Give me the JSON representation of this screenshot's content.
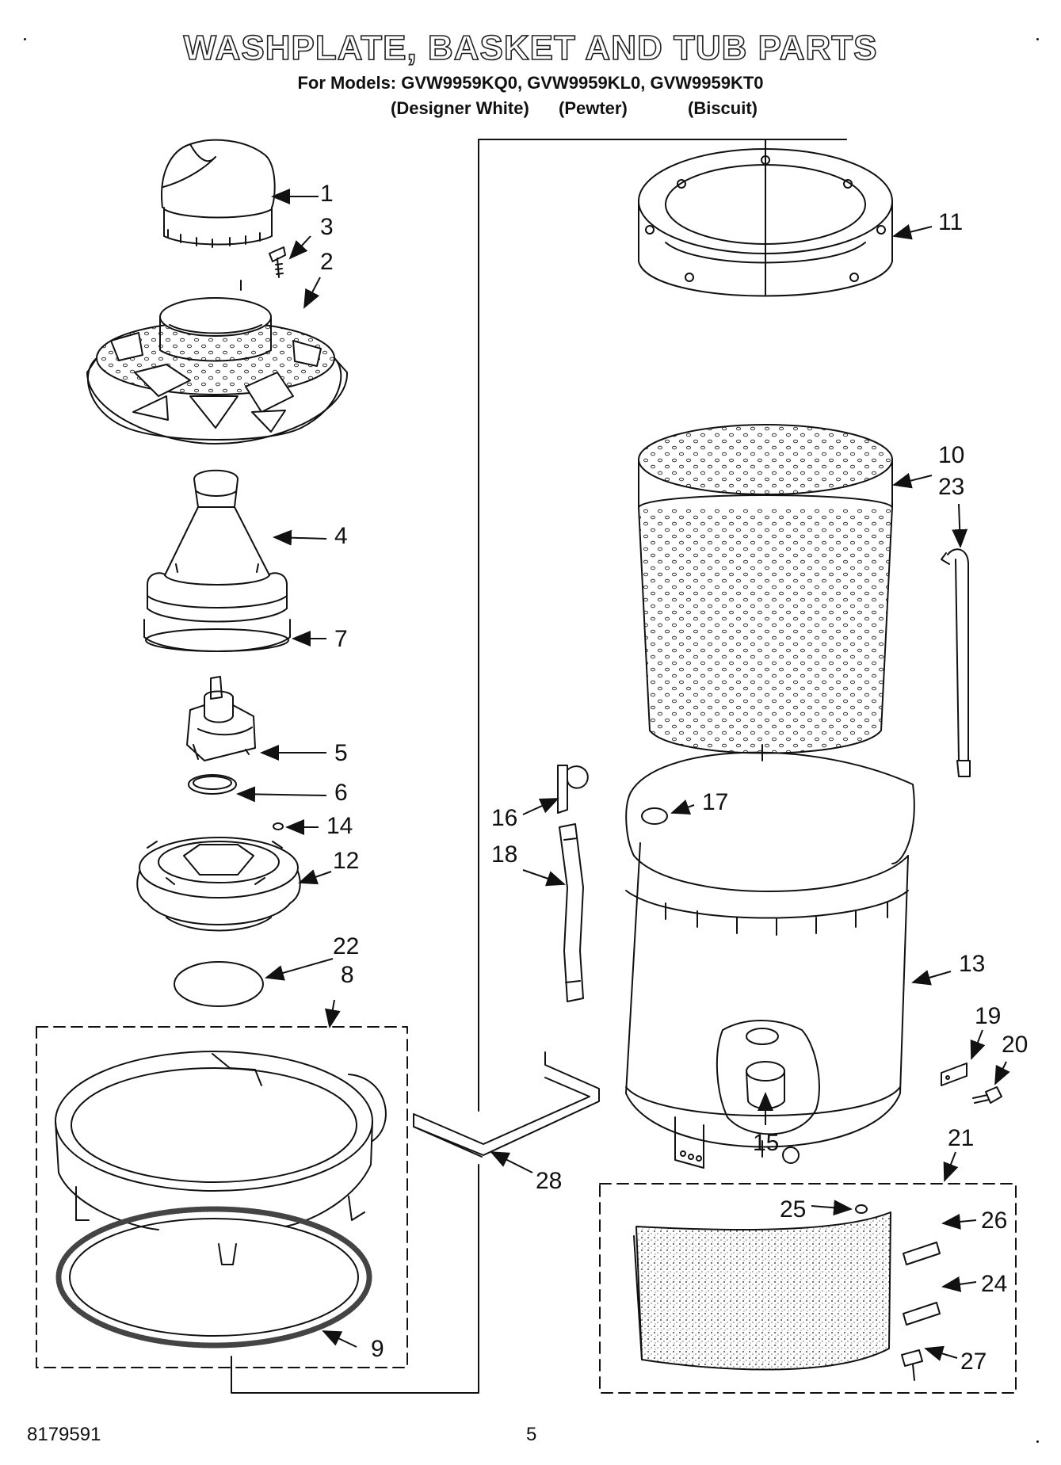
{
  "header": {
    "title": "WASHPLATE, BASKET AND TUB PARTS",
    "models_line": "For Models: GVW9959KQ0, GVW9959KL0, GVW9959KT0",
    "variants": [
      "(Designer White)",
      "(Pewter)",
      "(Biscuit)"
    ]
  },
  "callouts": [
    "1",
    "3",
    "2",
    "4",
    "7",
    "5",
    "6",
    "14",
    "12",
    "22",
    "8",
    "9",
    "11",
    "10",
    "23",
    "16",
    "17",
    "18",
    "13",
    "19",
    "20",
    "15",
    "28",
    "21",
    "25",
    "26",
    "24",
    "27"
  ],
  "footer": {
    "part_number": "8179591",
    "page_number": "5"
  }
}
